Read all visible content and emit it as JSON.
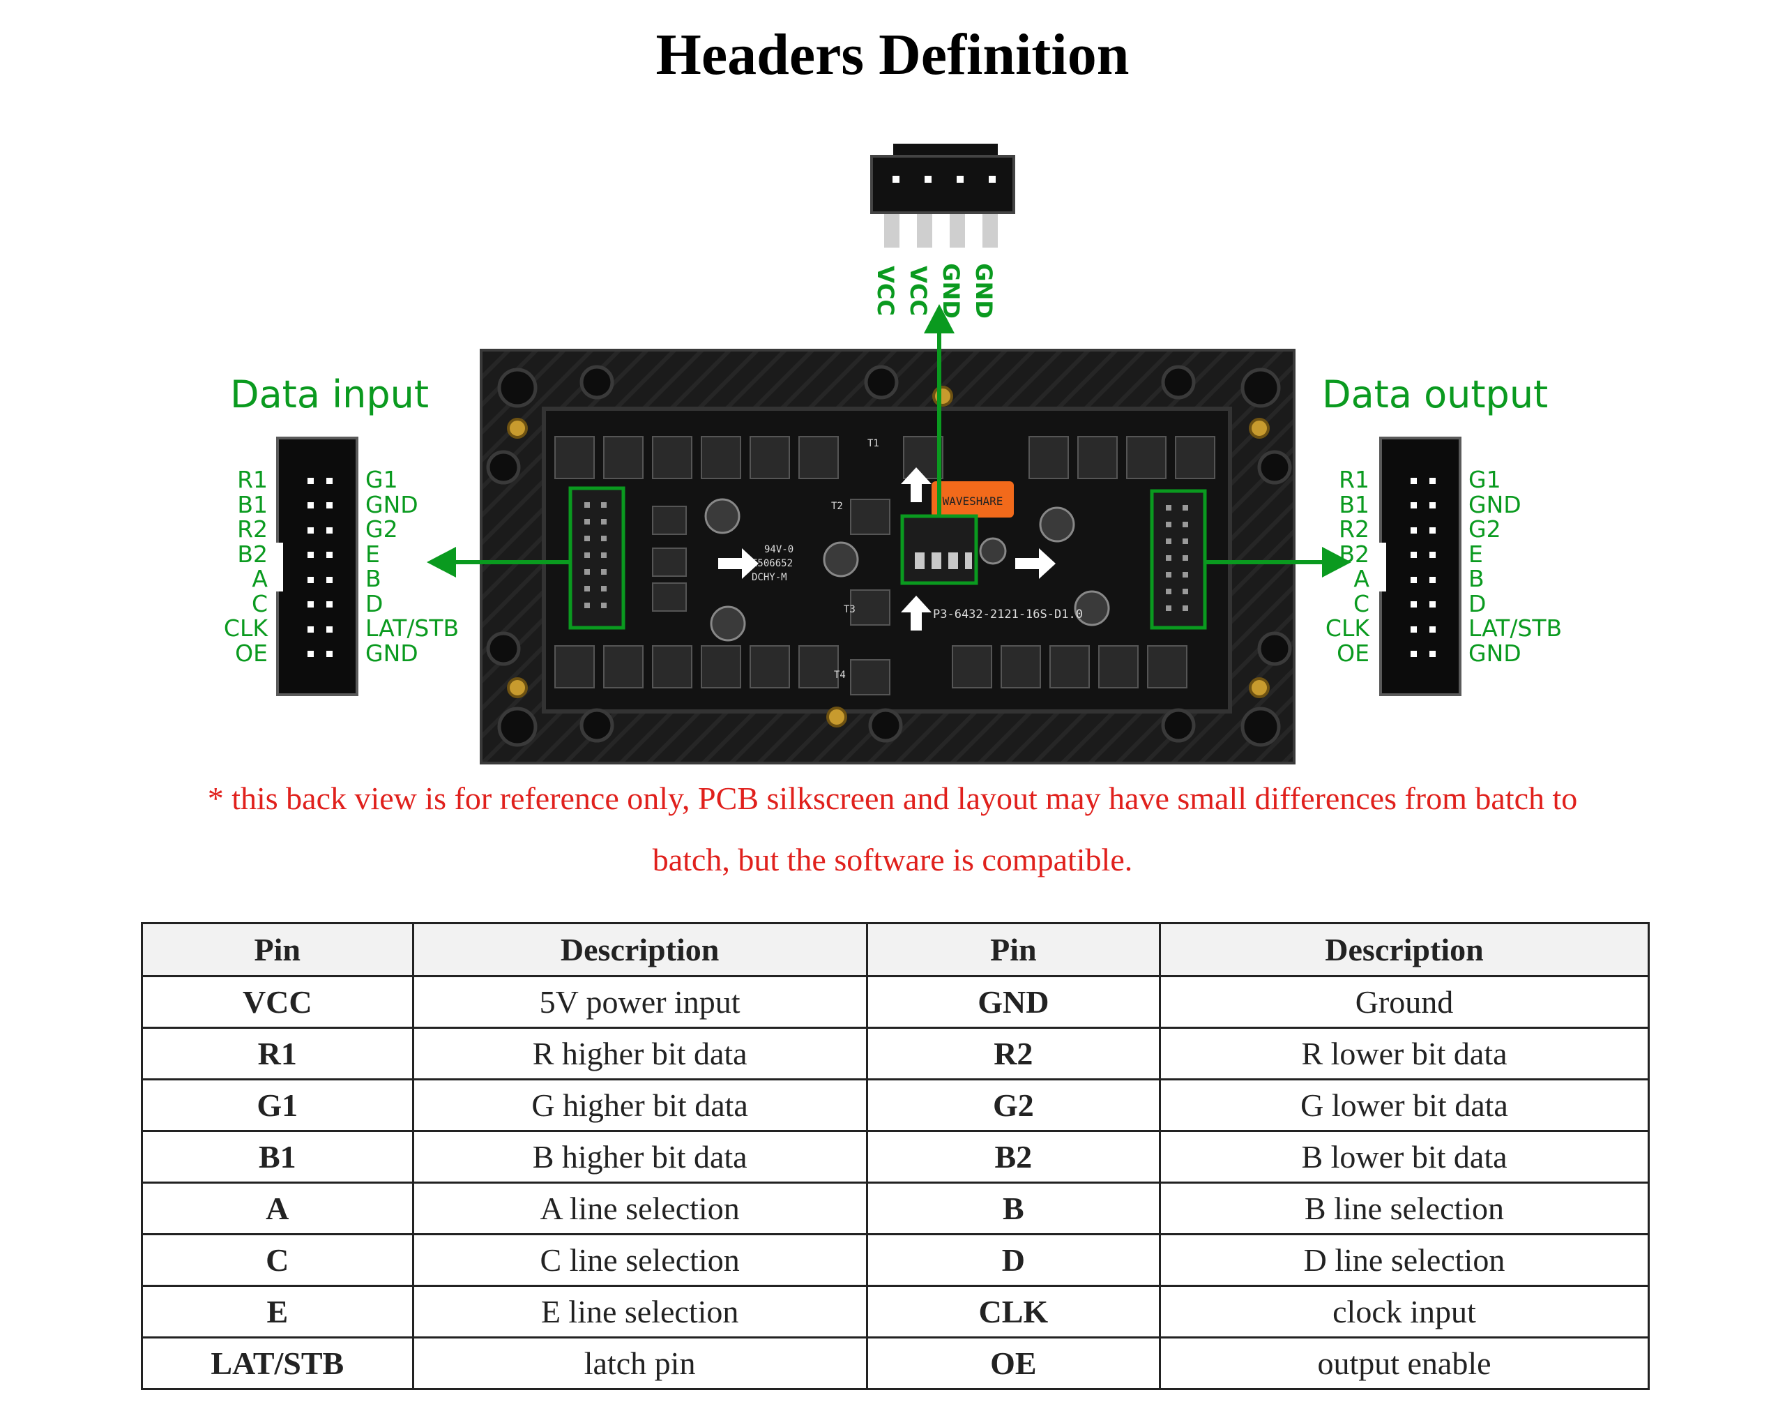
{
  "title": "Headers Definition",
  "power_connector": {
    "pins": [
      "VCC",
      "VCC",
      "GND",
      "GND"
    ]
  },
  "data_input": {
    "label": "Data input",
    "left_pins": [
      "R1",
      "B1",
      "R2",
      "B2",
      "A",
      "C",
      "CLK",
      "OE"
    ],
    "right_pins": [
      "G1",
      "GND",
      "G2",
      "E",
      "B",
      "D",
      "LAT/STB",
      "GND"
    ]
  },
  "data_output": {
    "label": "Data output",
    "left_pins": [
      "R1",
      "B1",
      "R2",
      "B2",
      "A",
      "C",
      "CLK",
      "OE"
    ],
    "right_pins": [
      "G1",
      "GND",
      "G2",
      "E",
      "B",
      "D",
      "LAT/STB",
      "GND"
    ]
  },
  "board": {
    "brand": "WAVESHARE",
    "part": "P3-6432-2121-16S-D1.0",
    "cert_lines": [
      "94V-0",
      "E506652",
      "DCHY-M"
    ],
    "refs": [
      "T1",
      "T2",
      "T3",
      "T4"
    ]
  },
  "note": {
    "line1": "* this back view is for reference only, PCB silkscreen and layout may have small differences from batch to",
    "line2": "batch, but the software is compatible."
  },
  "table": {
    "headers": [
      "Pin",
      "Description",
      "Pin",
      "Description"
    ],
    "rows": [
      [
        "VCC",
        "5V power input",
        "GND",
        "Ground"
      ],
      [
        "R1",
        "R higher bit data",
        "R2",
        "R lower bit data"
      ],
      [
        "G1",
        "G higher bit data",
        "G2",
        "G lower bit data"
      ],
      [
        "B1",
        "B higher bit data",
        "B2",
        "B lower bit data"
      ],
      [
        "A",
        "A line selection",
        "B",
        "B line selection"
      ],
      [
        "C",
        "C line selection",
        "D",
        "D line selection"
      ],
      [
        "E",
        "E line selection",
        "CLK",
        "clock input"
      ],
      [
        "LAT/STB",
        "latch pin",
        "OE",
        "output enable"
      ]
    ]
  },
  "colors": {
    "accent_green": "#0a9a1f",
    "note_red": "#e0201c"
  }
}
